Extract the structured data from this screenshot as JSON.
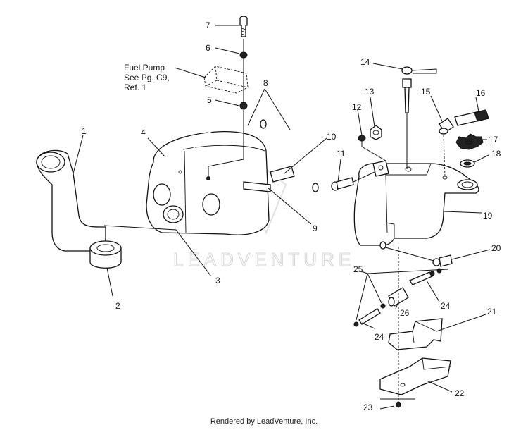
{
  "diagram": {
    "watermark": "LEADVENTURE",
    "footer": "Rendered by LeadVenture, Inc.",
    "fuel_pump_note": [
      "Fuel Pump",
      "See Pg. C9,",
      "Ref. 1"
    ],
    "callouts": {
      "c1": "1",
      "c2": "2",
      "c3": "3",
      "c4": "4",
      "c5": "5",
      "c6": "6",
      "c7": "7",
      "c8": "8",
      "c9": "9",
      "c10": "10",
      "c11": "11",
      "c12": "12",
      "c13": "13",
      "c14": "14",
      "c15": "15",
      "c16": "16",
      "c17": "17",
      "c18": "18",
      "c19": "19",
      "c20": "20",
      "c21": "21",
      "c22": "22",
      "c23": "23",
      "c24a": "24",
      "c24b": "24",
      "c25": "25",
      "c26": "26"
    }
  }
}
